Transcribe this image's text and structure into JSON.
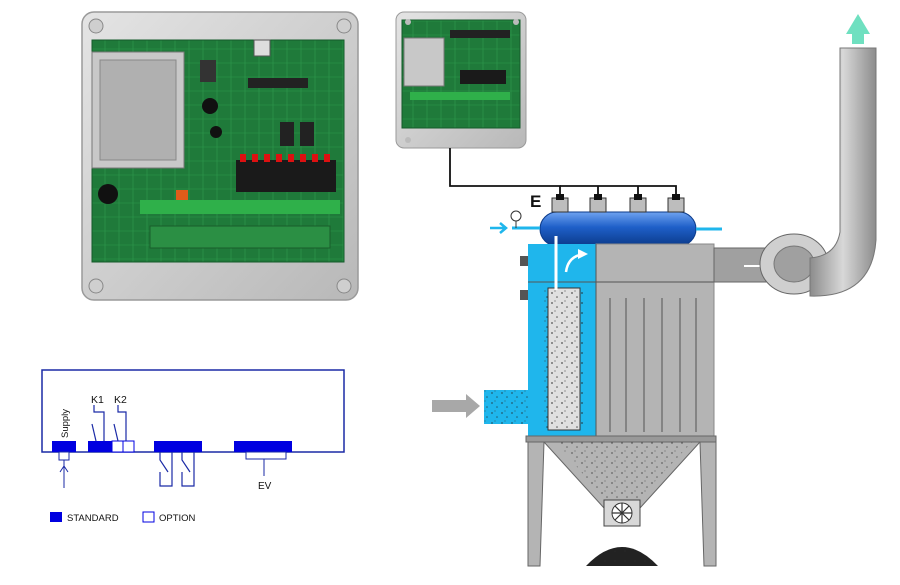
{
  "schematic": {
    "supply_label": "Supply",
    "k1_label": "K1",
    "k2_label": "K2",
    "ev_label": "EV"
  },
  "legend": {
    "standard_label": "STANDARD",
    "option_label": "OPTION",
    "standard_color": "#0000e0",
    "option_color": "#ffffff"
  },
  "filter": {
    "valve_group_label": "E"
  },
  "colors": {
    "line_blue": "#1a2aa6",
    "cyan": "#1fb6ec",
    "tank_blue": "#1e5fc8",
    "grey": "#b4b4b4",
    "arrow_green": "#6fe0c0",
    "arrow_inlet": "#a8a8a8"
  }
}
